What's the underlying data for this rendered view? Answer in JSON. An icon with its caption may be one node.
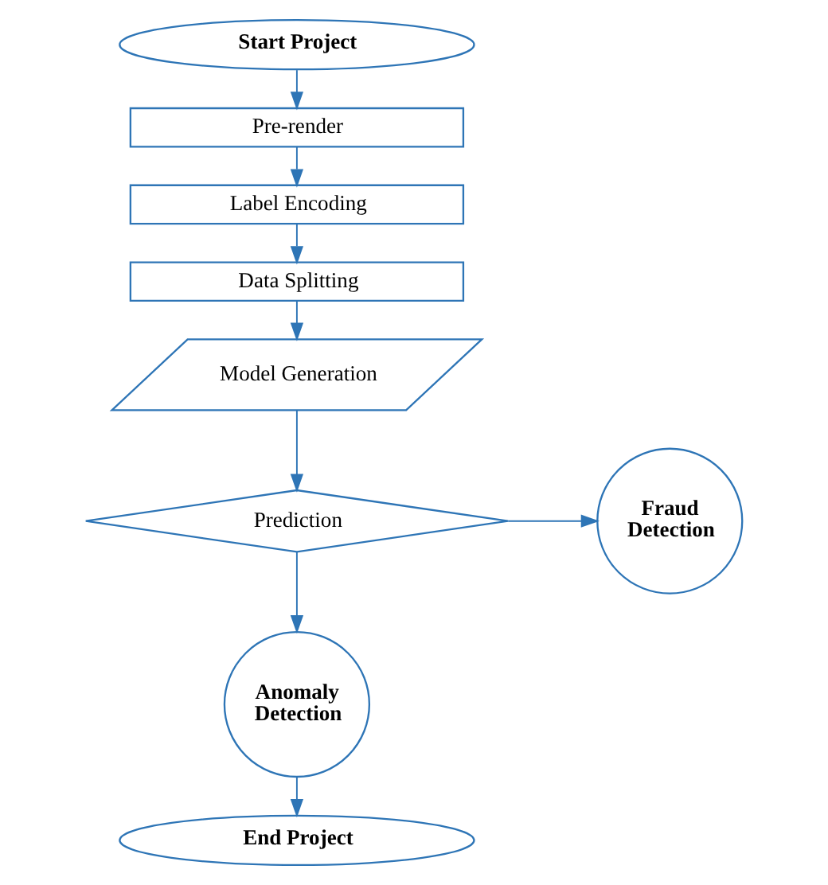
{
  "diagram": {
    "nodes": [
      {
        "text": [
          "Start Project"
        ]
      },
      {
        "text": [
          "Pre-render"
        ]
      },
      {
        "text": [
          "Label Encoding"
        ]
      },
      {
        "text": [
          "Data Splitting"
        ]
      },
      {
        "text": [
          "Model Generation"
        ]
      },
      {
        "text": [
          "Prediction"
        ]
      },
      {
        "text": [
          "Fraud Detection"
        ]
      },
      {
        "text": [
          "Anomaly Detection"
        ]
      },
      {
        "text": [
          "End Project"
        ]
      }
    ],
    "edges": [
      {
        "from": 0,
        "to": 1,
        "arrow": "to"
      },
      {
        "from": 1,
        "to": 2,
        "arrow": "to"
      },
      {
        "from": 2,
        "to": 3,
        "arrow": "to"
      },
      {
        "from": 3,
        "to": 4,
        "arrow": "to"
      },
      {
        "from": 4,
        "to": 5,
        "arrow": "to"
      },
      {
        "from": 5,
        "to": 6,
        "arrow": "to"
      },
      {
        "from": 5,
        "to": 7,
        "arrow": "to"
      },
      {
        "from": 7,
        "to": 8,
        "arrow": "to"
      }
    ]
  }
}
